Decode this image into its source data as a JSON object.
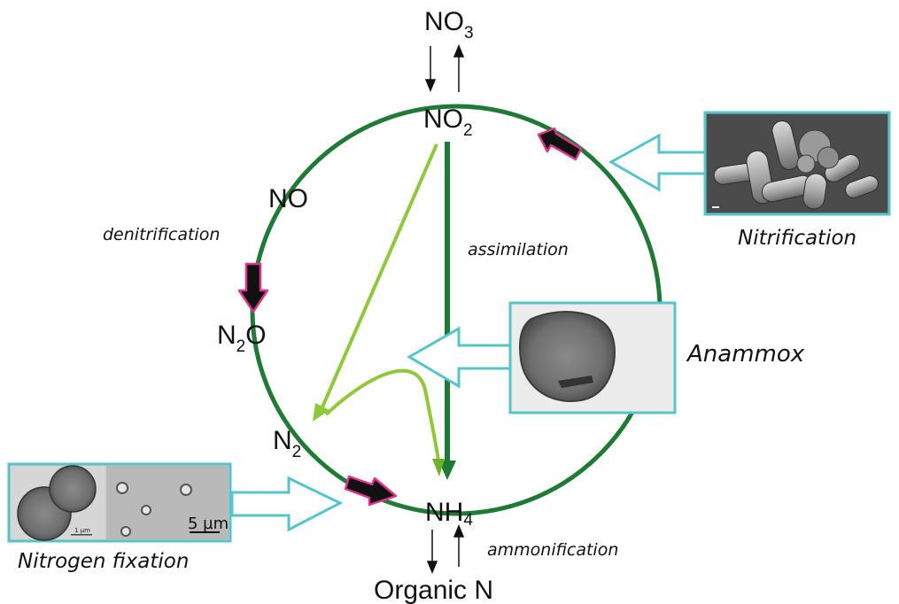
{
  "species": {
    "no3": {
      "main": "NO",
      "sub": "3"
    },
    "no2": {
      "main": "NO",
      "sub": "2"
    },
    "no": {
      "main": "NO"
    },
    "n2o": {
      "pre": "N",
      "sub": "2",
      "post": "O"
    },
    "n2": {
      "main": "N",
      "sub": "2"
    },
    "nh4": {
      "main": "NH",
      "sub": "4"
    },
    "organic_n": {
      "main": "Organic N"
    }
  },
  "processes": {
    "denitrification": "denitrification",
    "assimilation": "assimilation",
    "ammonification": "ammonification",
    "nitrification": "Nitrification",
    "anammox": "Anammox",
    "nitrogen_fixation": "Nitrogen fixation"
  },
  "micrographs": {
    "fixation_scale_1": "5 µm",
    "fixation_scale_2": "1 µm"
  },
  "colors": {
    "cycle_green": "#1f7a35",
    "light_green": "#8fc93a",
    "frame_cyan": "#56c5c9",
    "arrow_black": "#111111",
    "arrow_pink_outline": "#e0338a"
  }
}
